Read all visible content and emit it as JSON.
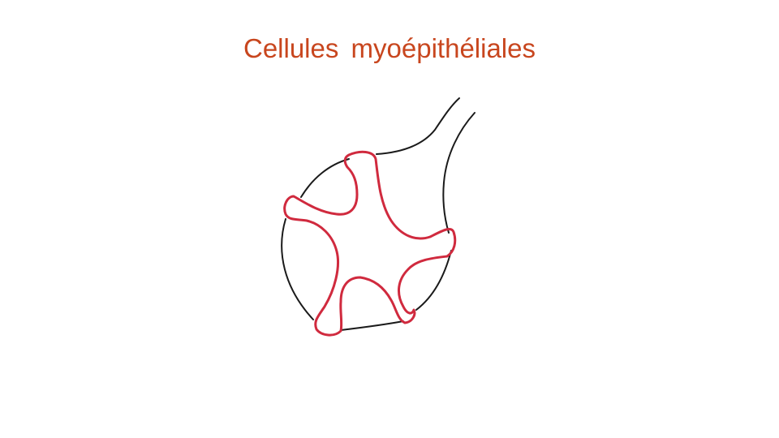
{
  "slide": {
    "title": "Cellules myoépithéliales"
  },
  "colors": {
    "title": "#c8461e",
    "outline": "#1a1a1a",
    "myoepithelial_cell": "#d02a3e"
  },
  "drawing": {
    "subject": "acinus-with-excretory-duct",
    "myoepithelial_cell_count": 1
  }
}
